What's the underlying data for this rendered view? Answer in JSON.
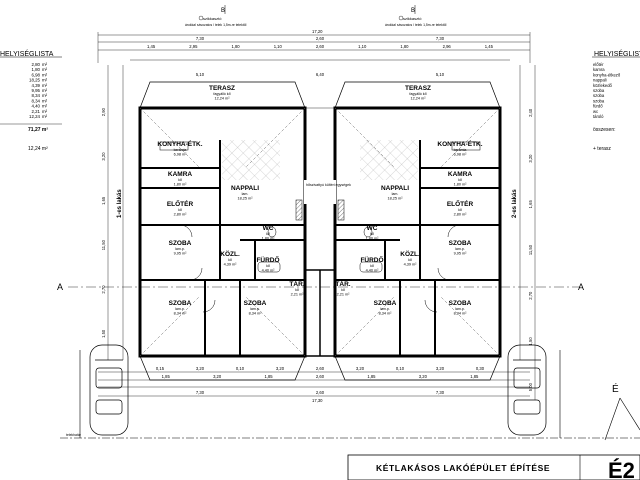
{
  "left_list": {
    "heading": "HELYISÉGLISTA",
    "values": [
      "2,80",
      "1,80",
      "6,98",
      "18,25",
      "4,39",
      "9,95",
      "8,34",
      "8,34",
      "4,40",
      "2,21",
      "12,24"
    ],
    "units": [
      "m²",
      "m²",
      "m²",
      "m²",
      "m²",
      "m²",
      "m²",
      "m²",
      "m²",
      "m²",
      "m²"
    ],
    "total": "71,27 m²",
    "terrace": "12,24 m²"
  },
  "right_list": {
    "heading": "HELYISÉGLISTA",
    "names": [
      "előtér",
      "kamra",
      "konyha-étkező",
      "nappali",
      "közlekedő",
      "szoba",
      "szoba",
      "szoba",
      "fürdő",
      "wc",
      "tároló"
    ],
    "total_label": "összesen:",
    "terrace_label": "+ terasz"
  },
  "top_notes": {
    "left": "szikkasztó",
    "left_sub": "árokkal sávozatos / telek 1,5m-re telektől",
    "right": "szikkasztó",
    "right_sub": "árokkal sávozatos / telek 1,5m-re telektől"
  },
  "dims_top_overall": "17,20",
  "dims_top_row1": [
    "7,30",
    "2,60",
    "7,30"
  ],
  "dims_top_row2": [
    "1,45",
    "2,95",
    "1,80",
    "1,10",
    "2,60",
    "1,10",
    "1,80",
    "2,96",
    "1,45"
  ],
  "dims_top_row3": [
    "5,10",
    "6,40",
    "5,10"
  ],
  "dims_bottom_row1": [
    "0,15",
    "3,20",
    "0,10",
    "3,20",
    "2,60",
    "3,20",
    "0,10",
    "3,20",
    "0,30"
  ],
  "dims_bottom_row2": [
    "1,85",
    "3,20",
    "1,85",
    "2,60",
    "1,85",
    "3,20",
    "1,85"
  ],
  "dims_bottom_row3": [
    "7,30",
    "2,60",
    "7,30"
  ],
  "dims_bottom_overall": "17,30",
  "dims_left": [
    "2,90",
    "3,20",
    "1,65",
    "11,50",
    "2,70",
    "1,50"
  ],
  "dims_right": [
    "2,40",
    "3,20",
    "1,65",
    "11,50",
    "2,70",
    "1,50",
    "5,00"
  ],
  "unit_labels": {
    "left": "1-es lakás",
    "right": "2-es lakás"
  },
  "center_note": "hőszivattyú kültéri egységek",
  "section_mark": "A",
  "section_mark_top": "B",
  "north": "É",
  "rooms_left": {
    "terasz": {
      "name": "TERASZ",
      "sub": "fagyálló kő",
      "area": "12,24 m²"
    },
    "konyha": {
      "name": "KONYHA-ÉTK.",
      "sub": "kerámia",
      "area": "6,98 m²"
    },
    "kamra": {
      "name": "KAMRA",
      "sub": "kő",
      "area": "1,80 m²"
    },
    "eloter": {
      "name": "ELŐTÉR",
      "sub": "kő",
      "area": "2,80 m²"
    },
    "nappali": {
      "name": "NAPPALI",
      "sub": "lam.",
      "area": "18,25 m²"
    },
    "wc": {
      "name": "WC",
      "sub": "kő",
      "area": "1,80 m²"
    },
    "szoba1": {
      "name": "SZOBA",
      "sub": "lam.p.",
      "area": "9,95 m²"
    },
    "kozl": {
      "name": "KÖZL.",
      "sub": "kő",
      "area": "4,39 m²"
    },
    "furdo": {
      "name": "FÜRDŐ",
      "sub": "kő",
      "area": "4,40 m²"
    },
    "tar": {
      "name": "TÁR.",
      "sub": "kő",
      "area": "2,21 m²"
    },
    "szoba2": {
      "name": "SZOBA",
      "sub": "lam.p.",
      "area": "8,34 m²"
    },
    "szoba3": {
      "name": "SZOBA",
      "sub": "lam.p.",
      "area": "8,34 m²"
    }
  },
  "rooms_right": {
    "terasz": {
      "name": "TERASZ",
      "sub": "fagyálló kő",
      "area": "12,24 m²"
    },
    "konyha": {
      "name": "KONYHA-ÉTK.",
      "sub": "kerámia",
      "area": "6,98 m²"
    },
    "kamra": {
      "name": "KAMRA",
      "sub": "kő",
      "area": "1,80 m²"
    },
    "eloter": {
      "name": "ELŐTÉR",
      "sub": "kő",
      "area": "2,80 m²"
    },
    "nappali": {
      "name": "NAPPALI",
      "sub": "lam.",
      "area": "18,25 m²"
    },
    "wc": {
      "name": "WC",
      "sub": "kő",
      "area": "1,80 m²"
    },
    "szoba1": {
      "name": "SZOBA",
      "sub": "lam.p.",
      "area": "9,95 m²"
    },
    "kozl": {
      "name": "KÖZL.",
      "sub": "kő",
      "area": "4,39 m²"
    },
    "furdo": {
      "name": "FÜRDŐ",
      "sub": "kő",
      "area": "4,40 m²"
    },
    "tar": {
      "name": "TÁR.",
      "sub": "kő",
      "area": "2,21 m²"
    },
    "szoba2": {
      "name": "SZOBA",
      "sub": "lam.p.",
      "area": "8,34 m²"
    },
    "szoba3": {
      "name": "SZOBA",
      "sub": "lam.p.",
      "area": "8,34 m²"
    }
  },
  "bottom_note": "telekhatár",
  "title_block": {
    "title": "KÉTLAKÁSOS LAKÓÉPÜLET ÉPÍTÉSE",
    "sheet_code": "É2"
  }
}
